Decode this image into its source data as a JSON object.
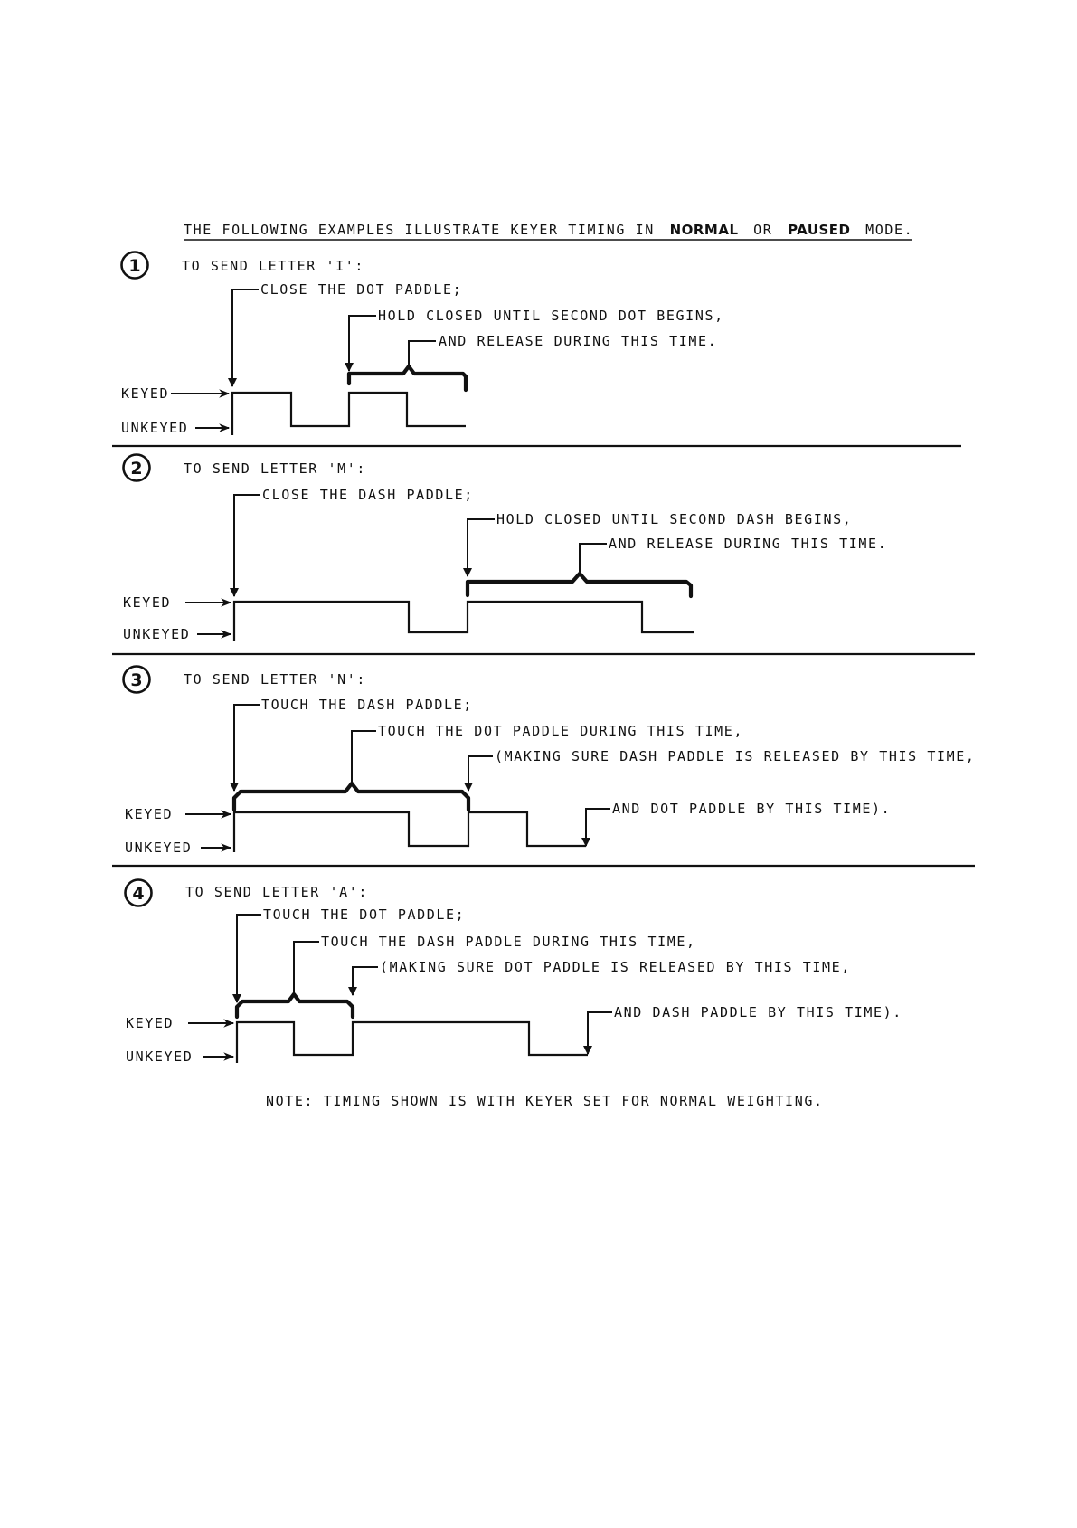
{
  "header": {
    "prefix": "THE FOLLOWING EXAMPLES ILLUSTRATE KEYER TIMING IN",
    "normal": "NORMAL",
    "or": "OR",
    "paused": "PAUSED",
    "suffix": "MODE."
  },
  "signal_labels": {
    "keyed": "KEYED",
    "unkeyed": "UNKEYED"
  },
  "examples": [
    {
      "number": "1",
      "title": "TO SEND LETTER 'I':",
      "notes": [
        "CLOSE THE DOT PADDLE;",
        "HOLD CLOSED UNTIL SECOND DOT BEGINS,",
        "AND RELEASE DURING THIS TIME."
      ]
    },
    {
      "number": "2",
      "title": "TO SEND LETTER 'M':",
      "notes": [
        "CLOSE THE DASH PADDLE;",
        "HOLD CLOSED UNTIL SECOND DASH BEGINS,",
        "AND RELEASE DURING THIS TIME."
      ]
    },
    {
      "number": "3",
      "title": "TO SEND LETTER 'N':",
      "notes": [
        "TOUCH THE DASH PADDLE;",
        "TOUCH THE DOT PADDLE DURING THIS TIME,",
        "(MAKING SURE DASH PADDLE IS RELEASED BY THIS TIME,",
        "AND DOT PADDLE BY THIS TIME)."
      ]
    },
    {
      "number": "4",
      "title": "TO SEND LETTER 'A':",
      "notes": [
        "TOUCH THE DOT PADDLE;",
        "TOUCH THE DASH PADDLE DURING THIS TIME,",
        "(MAKING SURE DOT PADDLE IS RELEASED BY THIS TIME,",
        "AND DASH PADDLE BY THIS TIME)."
      ]
    }
  ],
  "footnote": "NOTE: TIMING SHOWN IS WITH KEYER SET FOR NORMAL WEIGHTING."
}
